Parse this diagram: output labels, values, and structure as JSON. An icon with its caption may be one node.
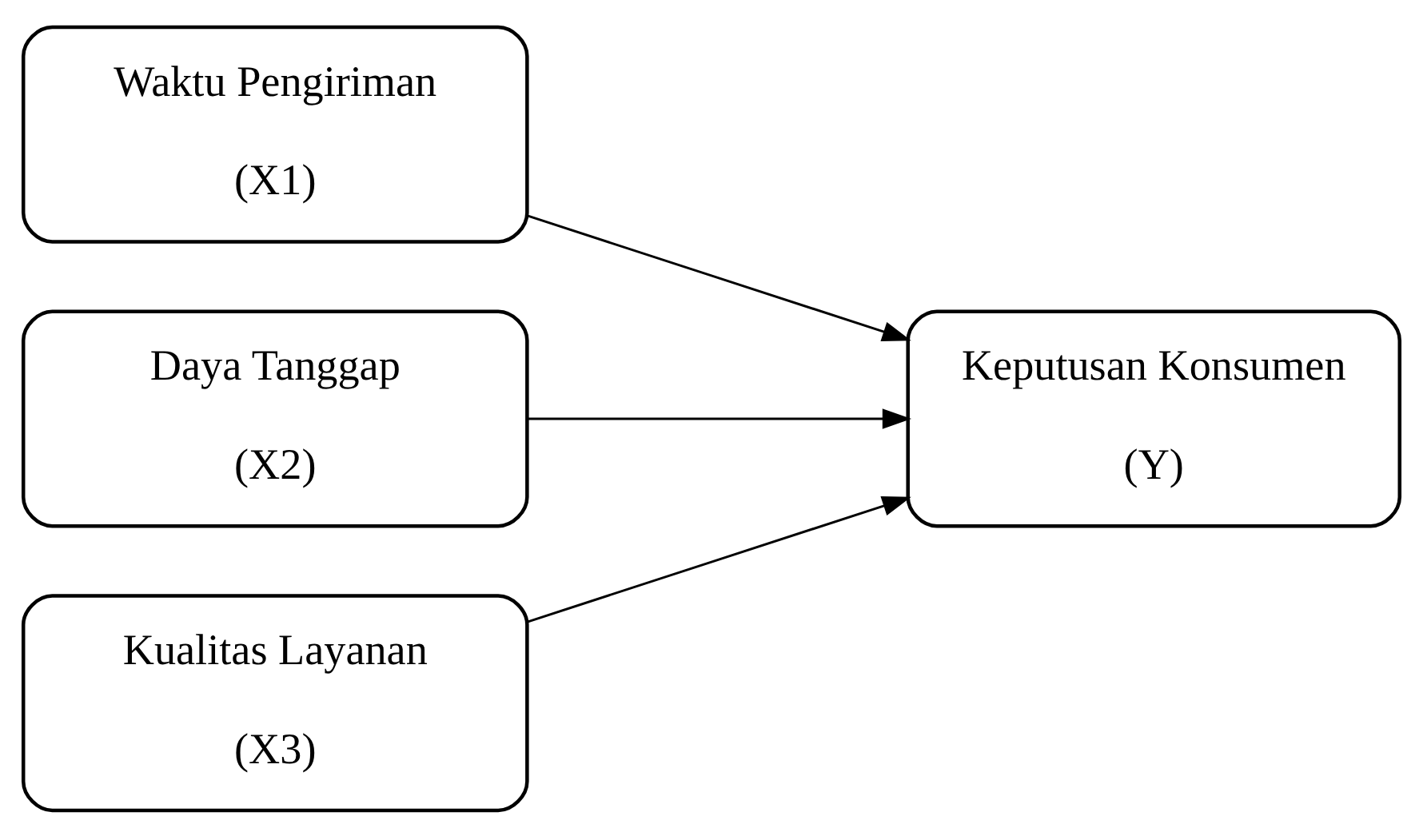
{
  "diagram": {
    "nodes": [
      {
        "text": [
          "Waktu Pengiriman",
          "(X1)"
        ]
      },
      {
        "text": [
          "Daya Tanggap",
          "(X2)"
        ]
      },
      {
        "text": [
          "Kualitas Layanan",
          "(X3)"
        ]
      },
      {
        "text": [
          "Keputusan Konsumen",
          "(Y)"
        ]
      }
    ],
    "edges": [
      {
        "from": 0,
        "to": 3,
        "arrow": "to"
      },
      {
        "from": 1,
        "to": 3,
        "arrow": "to"
      },
      {
        "from": 2,
        "to": 3,
        "arrow": "to"
      }
    ]
  }
}
